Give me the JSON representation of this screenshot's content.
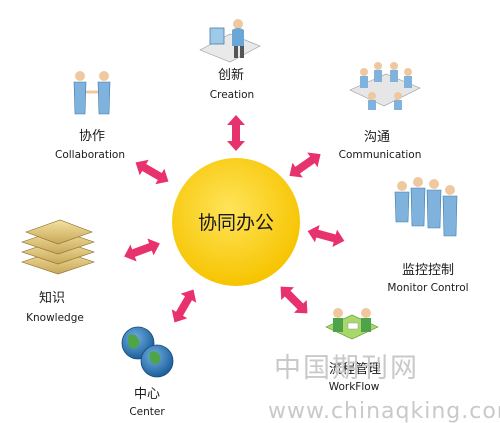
{
  "hub": {
    "label": "协同办公",
    "color": "#ffd21e"
  },
  "arrow_color": "#e8326e",
  "nodes": [
    {
      "id": "creation",
      "cn": "创新",
      "en": "Creation",
      "icon": "desk-worker-icon"
    },
    {
      "id": "communication",
      "cn": "沟通",
      "en": "Communication",
      "icon": "meeting-icon"
    },
    {
      "id": "monitor",
      "cn": "监控控制",
      "en": "Monitor  Control",
      "icon": "people-group-icon"
    },
    {
      "id": "workflow",
      "cn": "流程管理",
      "en": "WorkFlow",
      "icon": "teamwork-icon"
    },
    {
      "id": "center",
      "cn": "中心",
      "en": "Center",
      "icon": "globe-icon"
    },
    {
      "id": "knowledge",
      "cn": "知识",
      "en": "Knowledge",
      "icon": "books-icon"
    },
    {
      "id": "collaboration",
      "cn": "协作",
      "en": "Collaboration",
      "icon": "handshake-icon"
    }
  ],
  "watermark": {
    "cn": "中国期刊网",
    "url": "www.chinaqking.com"
  }
}
